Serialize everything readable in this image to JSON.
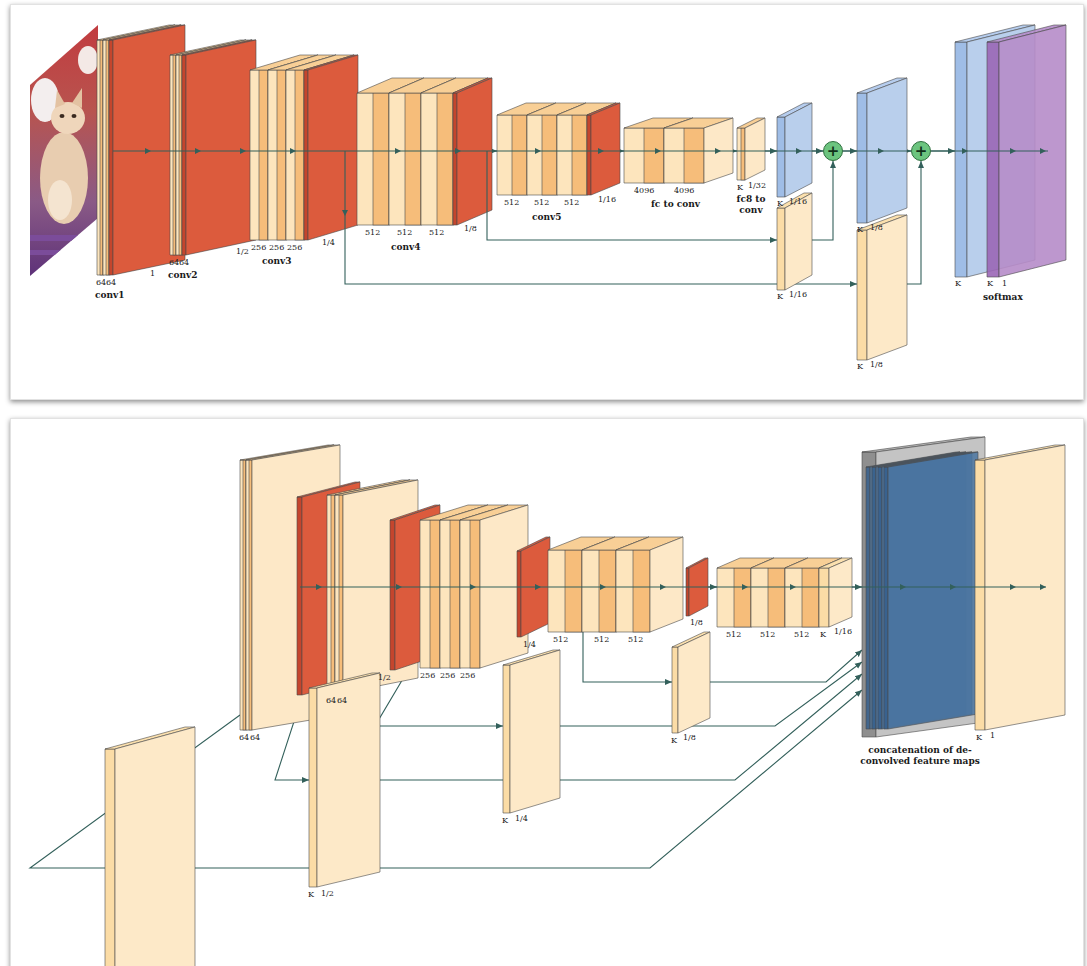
{
  "diagram": {
    "nodes": [
      {
        "text": [
          "64",
          "64",
          "1",
          "conv1"
        ]
      },
      {
        "text": [
          "64",
          "64",
          "1/2",
          "conv2"
        ]
      },
      {
        "text": [
          "256",
          "256",
          "256",
          "1/4",
          "conv3"
        ]
      },
      {
        "text": [
          "512",
          "512",
          "512",
          "1/8",
          "conv4"
        ]
      },
      {
        "text": [
          "512",
          "512",
          "512",
          "1/16",
          "conv5"
        ]
      },
      {
        "text": [
          "4096",
          "4096",
          "fc to conv"
        ]
      },
      {
        "text": [
          "K",
          "1/32",
          "fc8 to conv"
        ]
      },
      {
        "text": [
          "K",
          "1/16"
        ]
      },
      {
        "text": [
          "K",
          "1/16"
        ]
      },
      {
        "text": [
          "+"
        ]
      },
      {
        "text": [
          "K",
          "1/8"
        ]
      },
      {
        "text": [
          "K",
          "1/8"
        ]
      },
      {
        "text": [
          "+"
        ]
      },
      {
        "text": [
          "K"
        ]
      },
      {
        "text": [
          "K",
          "1",
          "softmax"
        ]
      },
      {
        "text": [
          "64",
          "64"
        ]
      },
      {
        "text": [
          "64",
          "64",
          "1/2"
        ]
      },
      {
        "text": [
          "256",
          "256",
          "256",
          "1/4"
        ]
      },
      {
        "text": [
          "512",
          "512",
          "512",
          "1/8"
        ]
      },
      {
        "text": [
          "512",
          "512",
          "512",
          "K",
          "1/16"
        ]
      },
      {
        "text": [
          "concatenation of de- convolved feature maps"
        ]
      },
      {
        "text": [
          "K",
          "1"
        ]
      },
      {
        "text": [
          "K",
          "1/8"
        ]
      },
      {
        "text": [
          "K",
          "1/4"
        ]
      },
      {
        "text": [
          "K",
          "1/2"
        ]
      }
    ],
    "edges": [
      {
        "from": 0,
        "to": 1,
        "arrow": "to"
      },
      {
        "from": 1,
        "to": 2,
        "arrow": "to"
      },
      {
        "from": 2,
        "to": 3,
        "arrow": "to"
      },
      {
        "from": 3,
        "to": 4,
        "arrow": "to"
      },
      {
        "from": 4,
        "to": 5,
        "arrow": "to"
      },
      {
        "from": 5,
        "to": 6,
        "arrow": "to"
      },
      {
        "from": 6,
        "to": 7,
        "arrow": "to"
      },
      {
        "from": 7,
        "to": 9,
        "arrow": "to"
      },
      {
        "from": 3,
        "to": 8,
        "arrow": "to"
      },
      {
        "from": 8,
        "to": 9,
        "arrow": "to"
      },
      {
        "from": 9,
        "to": 10,
        "arrow": "to"
      },
      {
        "from": 10,
        "to": 12,
        "arrow": "to"
      },
      {
        "from": 2,
        "to": 11,
        "arrow": "to"
      },
      {
        "from": 11,
        "to": 12,
        "arrow": "to"
      },
      {
        "from": 12,
        "to": 13,
        "arrow": "to"
      },
      {
        "from": 13,
        "to": 14,
        "arrow": "to"
      },
      {
        "from": 15,
        "to": 16,
        "arrow": "to"
      },
      {
        "from": 16,
        "to": 17,
        "arrow": "to"
      },
      {
        "from": 17,
        "to": 18,
        "arrow": "to"
      },
      {
        "from": 18,
        "to": 19,
        "arrow": "to"
      },
      {
        "from": 19,
        "to": 20,
        "arrow": "to"
      },
      {
        "from": 20,
        "to": 21,
        "arrow": "to"
      },
      {
        "from": 18,
        "to": 22,
        "arrow": "to"
      },
      {
        "from": 22,
        "to": 20,
        "arrow": "to"
      },
      {
        "from": 17,
        "to": 23,
        "arrow": "to"
      },
      {
        "from": 23,
        "to": 20,
        "arrow": "to"
      },
      {
        "from": 16,
        "to": 24,
        "arrow": "to"
      },
      {
        "from": 24,
        "to": 20,
        "arrow": "to"
      },
      {
        "from": 15,
        "to": 20,
        "arrow": "to"
      }
    ]
  }
}
